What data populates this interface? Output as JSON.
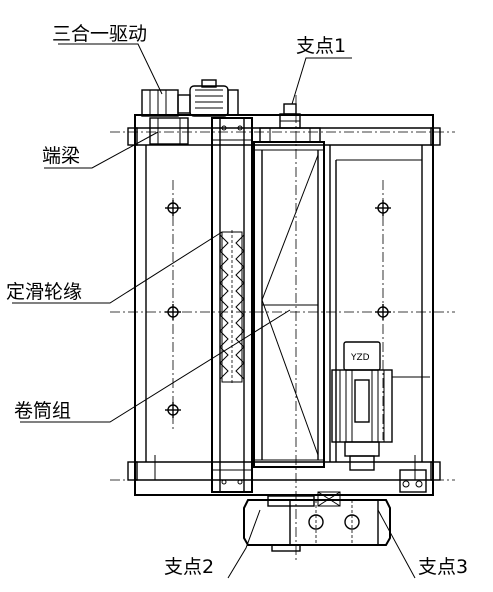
{
  "labels": {
    "drive": "三合一驱动",
    "end_beam": "端梁",
    "pulley": "定滑轮缘",
    "drum": "卷筒组",
    "support1": "支点1",
    "support2": "支点2",
    "support3": "支点3"
  },
  "motor_plate": "YZD"
}
